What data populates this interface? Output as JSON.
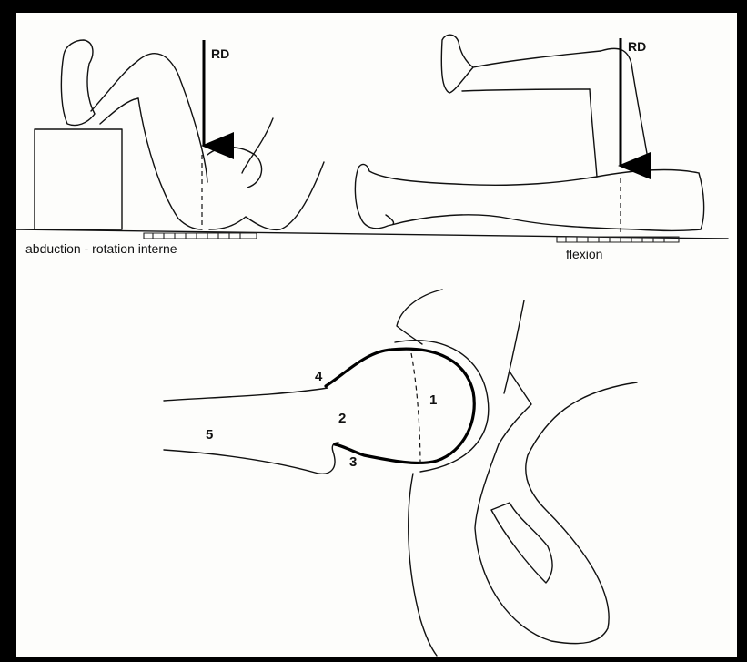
{
  "labels": {
    "rd_left": "RD",
    "rd_right": "RD",
    "caption_left": "abduction - rotation interne",
    "caption_right": "flexion",
    "n1": "1",
    "n2": "2",
    "n3": "3",
    "n4": "4",
    "n5": "5"
  },
  "colors": {
    "background": "#000000",
    "paper": "#fdfdfb",
    "ink": "#111111"
  }
}
